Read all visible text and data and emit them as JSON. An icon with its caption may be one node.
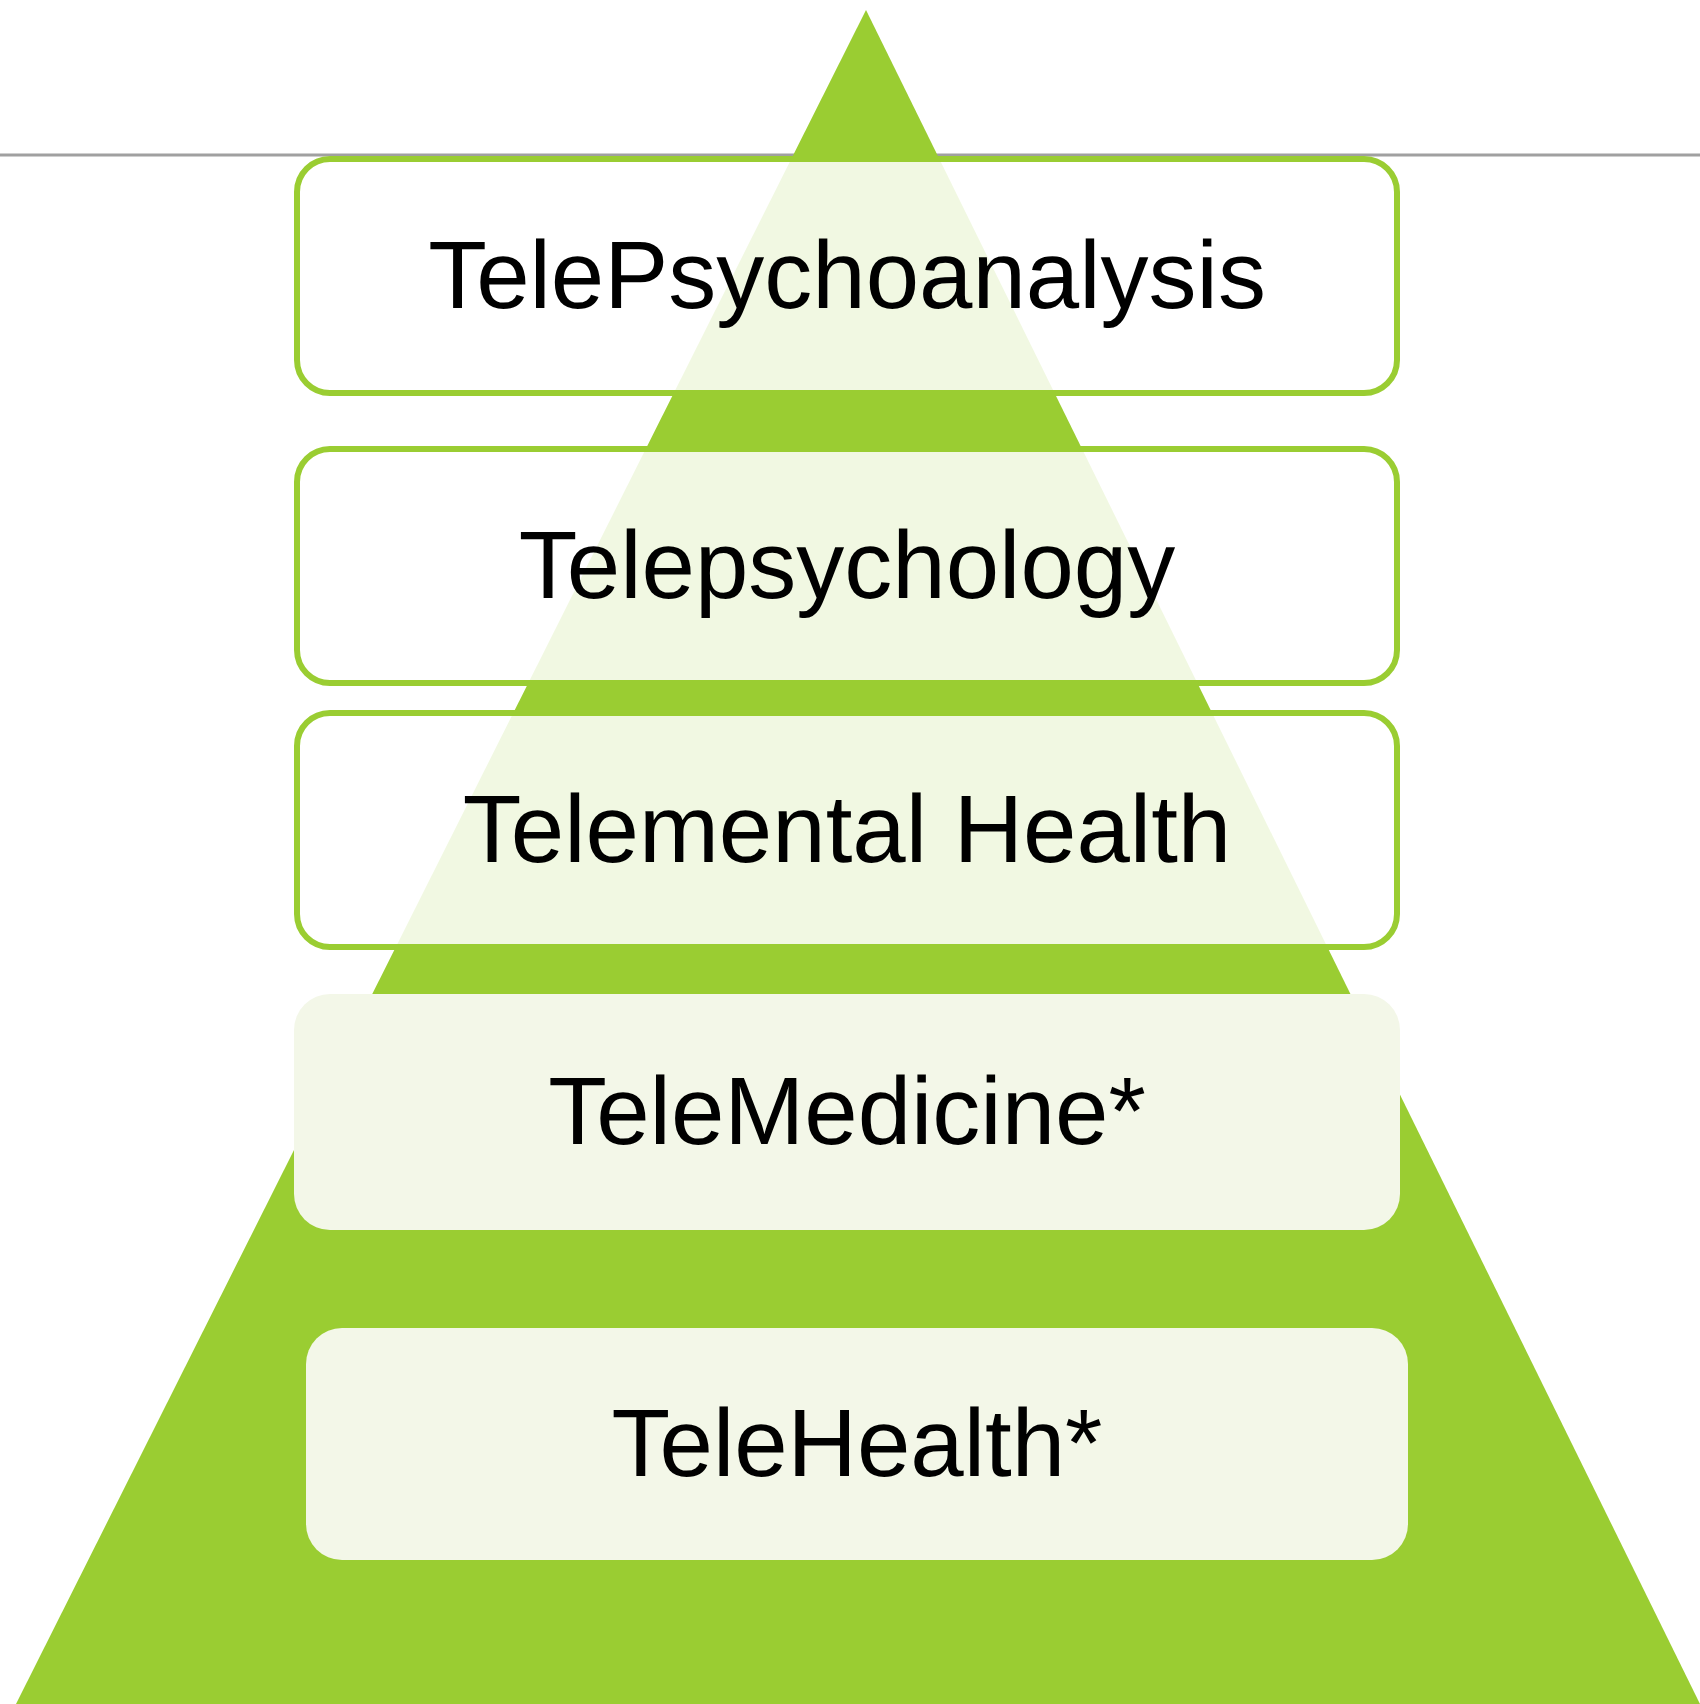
{
  "diagram": {
    "nodes": [
      {
        "text": [
          "TelePsychoanalysis"
        ]
      },
      {
        "text": [
          "Telepsychology"
        ]
      },
      {
        "text": [
          "Telemental Health"
        ]
      },
      {
        "text": [
          "TeleMedicine*"
        ]
      },
      {
        "text": [
          "TeleHealth*"
        ]
      }
    ]
  }
}
